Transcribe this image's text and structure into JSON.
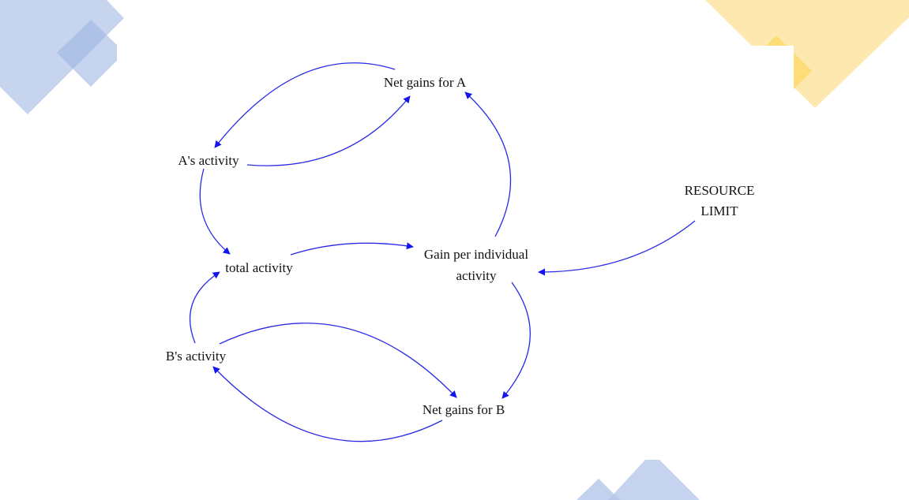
{
  "diagram": {
    "type": "causal-loop",
    "nodes": {
      "net_gains_a": "Net gains for A",
      "a_activity": "A's activity",
      "resource_limit_1": "RESOURCE",
      "resource_limit_2": "LIMIT",
      "total_activity": "total activity",
      "gain_per_1": "Gain per individual",
      "gain_per_2": "activity",
      "b_activity": "B's activity",
      "net_gains_b": "Net gains for B"
    },
    "links": [
      {
        "from": "Net gains for A",
        "to": "A's activity"
      },
      {
        "from": "A's activity",
        "to": "Net gains for A"
      },
      {
        "from": "A's activity",
        "to": "total activity"
      },
      {
        "from": "total activity",
        "to": "Gain per individual activity"
      },
      {
        "from": "Gain per individual activity",
        "to": "Net gains for A"
      },
      {
        "from": "RESOURCE LIMIT",
        "to": "Gain per individual activity"
      },
      {
        "from": "Gain per individual activity",
        "to": "Net gains for B"
      },
      {
        "from": "B's activity",
        "to": "total activity"
      },
      {
        "from": "B's activity",
        "to": "Net gains for B"
      },
      {
        "from": "Net gains for B",
        "to": "B's activity"
      }
    ],
    "colors": {
      "link": "#2a2ae6",
      "deco_blue": "#c5d3ee",
      "deco_yellow": "#fde9b0"
    }
  }
}
